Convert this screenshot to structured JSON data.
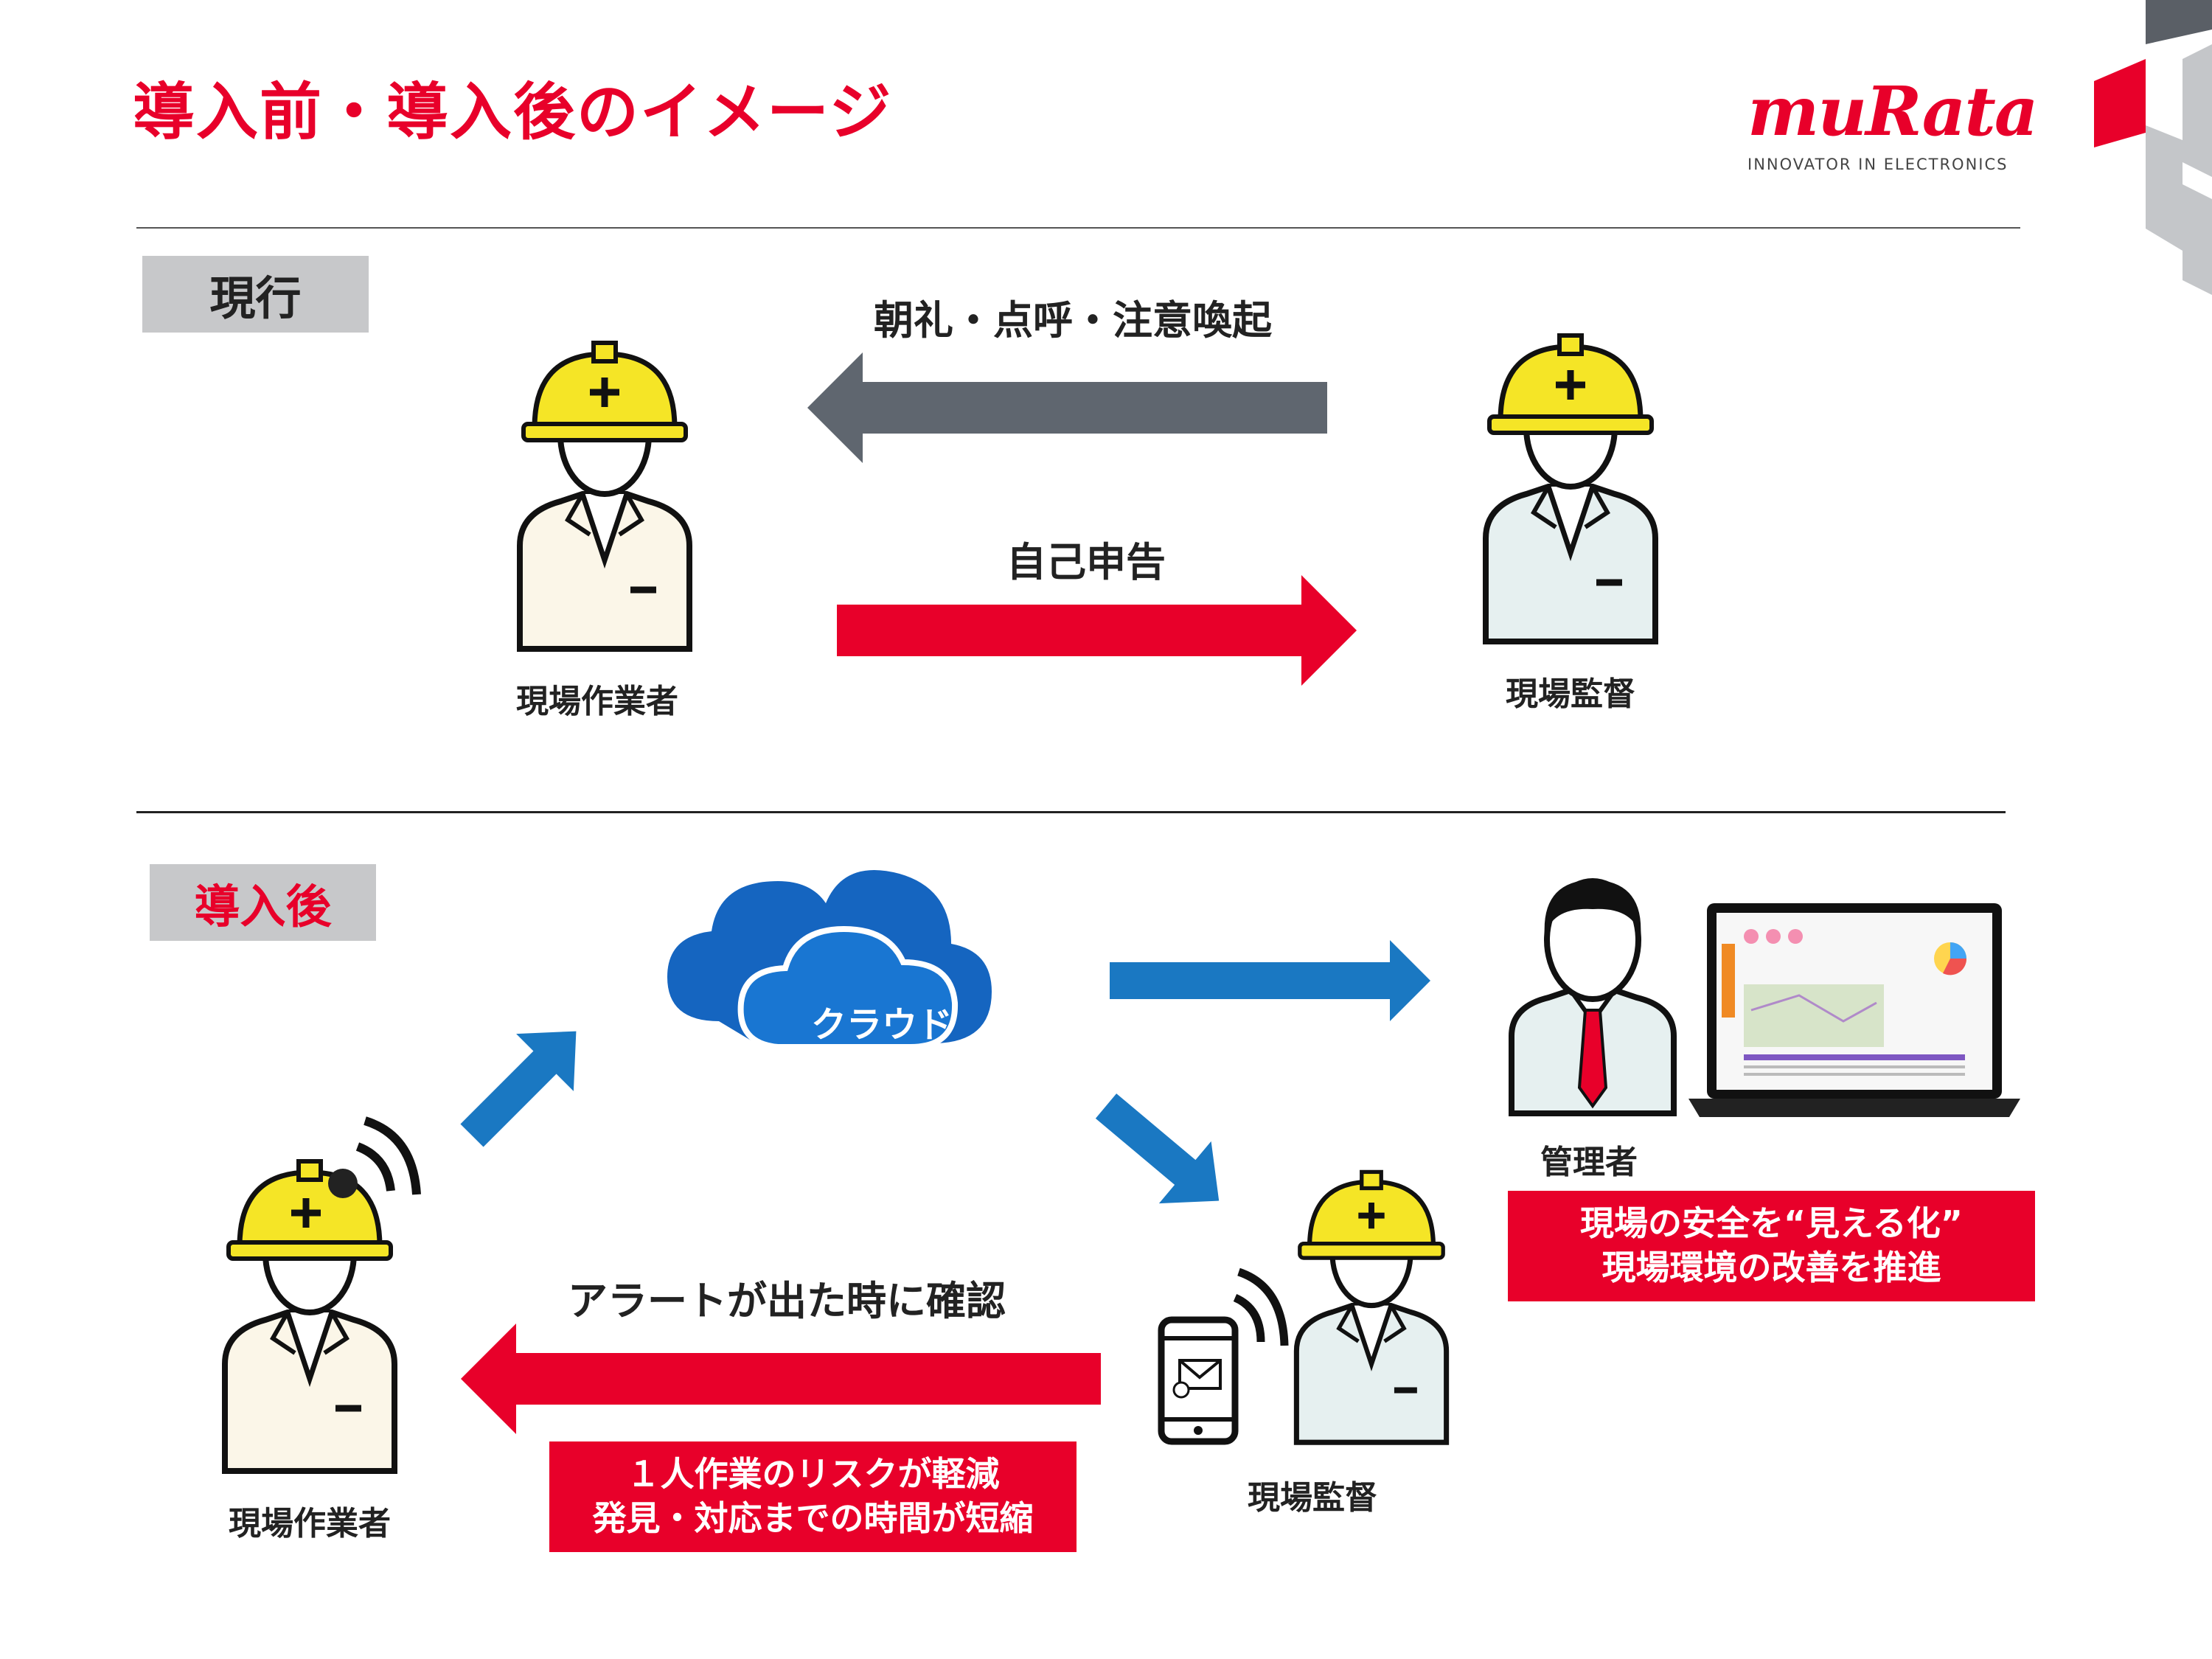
{
  "slide": {
    "title": "導入前・導入後のイメージ"
  },
  "logo": {
    "brand": "muRata",
    "tagline": "INNOVATOR IN ELECTRONICS"
  },
  "current": {
    "tag": "現行",
    "arrow_top_label": "朝礼・点呼・注意喚起",
    "arrow_bottom_label": "自己申告",
    "worker_label": "現場作業者",
    "supervisor_label": "現場監督"
  },
  "after": {
    "tag": "導入後",
    "cloud_label": "クラウド",
    "alert_label": "アラートが出た時に確認",
    "worker_label": "現場作業者",
    "supervisor_label": "現場監督",
    "manager_label": "管理者",
    "manager_box": [
      "現場の安全を“見える化”",
      "現場環境の改善を推進"
    ],
    "worker_box": [
      "１人作業のリスクが軽減",
      "発見・対応までの時間が短縮"
    ]
  },
  "colors": {
    "accent_red": "#e8002a",
    "gray_arrow": "#5f666f",
    "blue_arrow": "#1a78c2",
    "cloud_blue": "#1565c0",
    "helmet_yellow": "#f5e526",
    "tag_gray": "#c7c8ca"
  },
  "icons": [
    "worker-icon",
    "supervisor-icon",
    "manager-icon",
    "laptop-icon",
    "smartphone-icon",
    "cloud-icon",
    "wifi-signal-icon"
  ]
}
